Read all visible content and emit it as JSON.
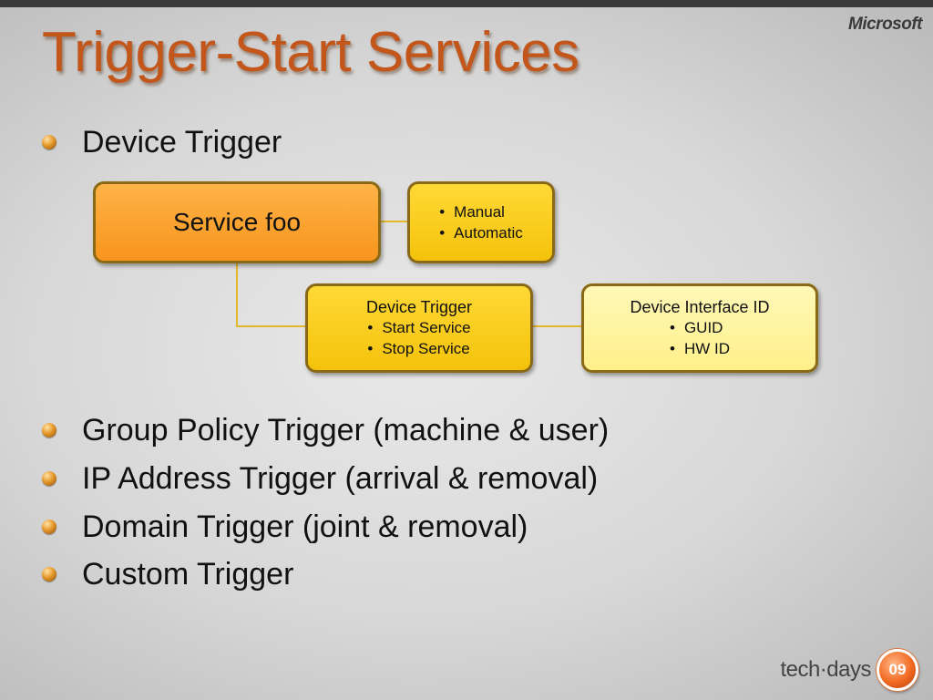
{
  "slide": {
    "title": "Trigger-Start Services",
    "logo": "Microsoft"
  },
  "bullets": [
    {
      "text": "Device Trigger"
    },
    {
      "text": "Group Policy Trigger (machine & user)"
    },
    {
      "text": "IP Address Trigger (arrival & removal)"
    },
    {
      "text": "Domain Trigger (joint & removal)"
    },
    {
      "text": "Custom Trigger"
    }
  ],
  "diagram": {
    "service_box": {
      "label": "Service foo"
    },
    "start_mode_box": {
      "items": [
        "Manual",
        "Automatic"
      ]
    },
    "device_trigger_box": {
      "title": "Device Trigger",
      "items": [
        "Start Service",
        "Stop Service"
      ]
    },
    "device_interface_box": {
      "title": "Device Interface ID",
      "items": [
        "GUID",
        "HW ID"
      ]
    }
  },
  "footer": {
    "brand": "tech·days",
    "badge": "09"
  },
  "colors": {
    "title": "#c2561b",
    "service_box": "#f7941d",
    "trigger_box": "#f4c20a",
    "interface_box": "#fff08a",
    "connector": "#e3b82d"
  }
}
